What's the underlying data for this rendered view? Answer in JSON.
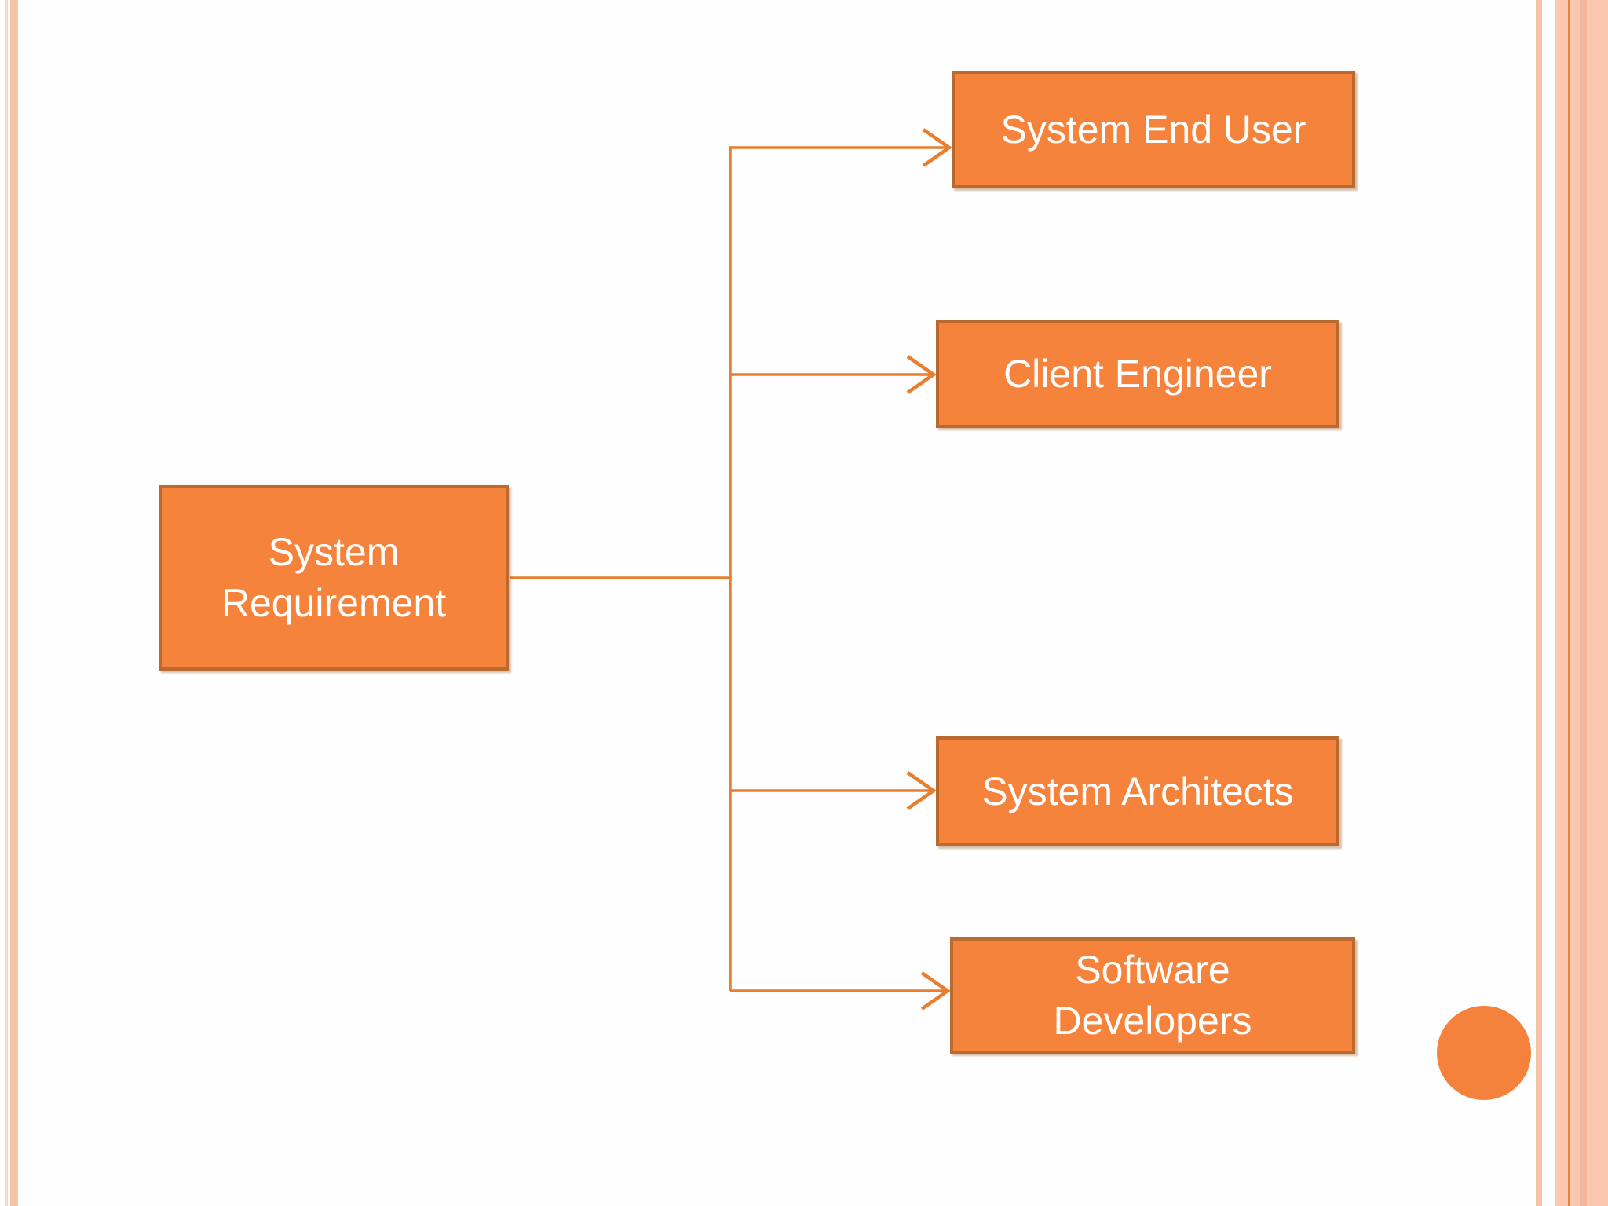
{
  "diagram": {
    "source": {
      "label": "System\nRequirement"
    },
    "targets": [
      {
        "label": "System End User"
      },
      {
        "label": "Client Engineer"
      },
      {
        "label": "System Architects"
      },
      {
        "label": "Software\nDevelopers"
      }
    ]
  },
  "colors": {
    "background": "#FDFEFD",
    "box-fill": "#F6833C",
    "box-border": "#B96A2E",
    "connector": "#E87E2E",
    "circle-fill": "#F5823C",
    "stripe-light": "#F9D6C5",
    "stripe-mid": "#F7C3A9",
    "band-fill": "#F9C8AF",
    "band-line": "#E98140",
    "band-shade": "#F2B89D",
    "text": "#FFFFFF"
  }
}
